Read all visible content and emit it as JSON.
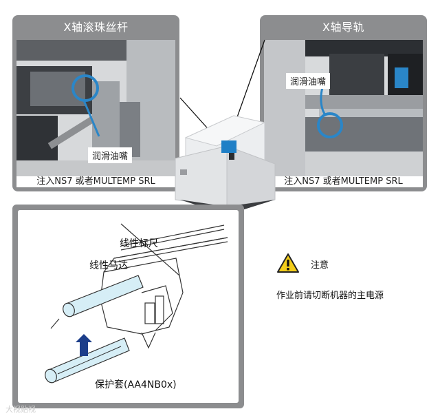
{
  "left_panel": {
    "title": "X轴滚珠丝杆",
    "callout": "润滑油嘴",
    "caption": "注入NS7 或者MULTEMP SRL"
  },
  "right_panel": {
    "title": "X轴导轨",
    "callout": "润滑油嘴",
    "caption": "注入NS7 或者MULTEMP SRL"
  },
  "diagram": {
    "label_scale": "线性标尺",
    "label_motor": "线性马达",
    "label_cover": "保护套(AA4NB0x)"
  },
  "warning": {
    "title": "注意",
    "text": "作业前请切断机器的主电源"
  },
  "watermark": "大视贴视"
}
